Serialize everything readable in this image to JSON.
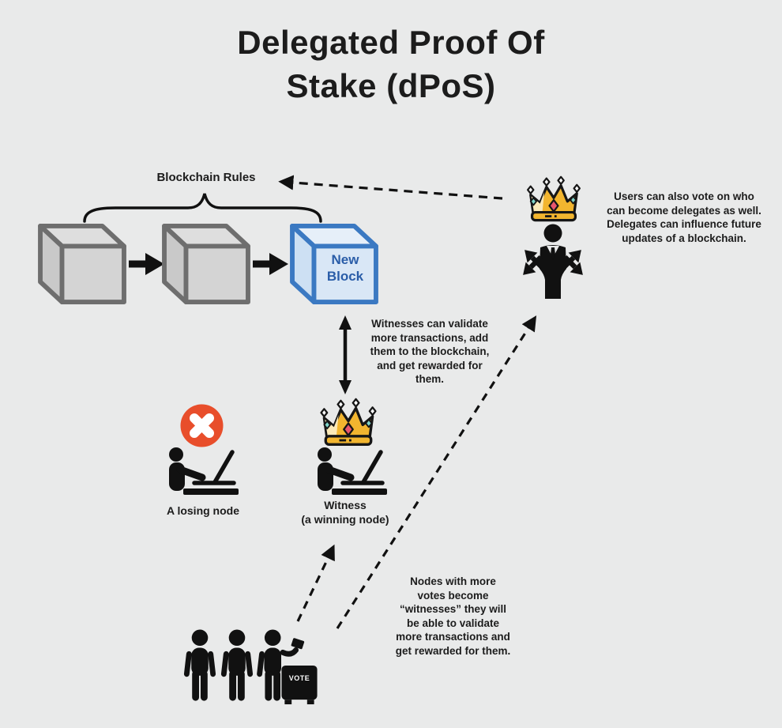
{
  "title": {
    "line1": "Delegated Proof Of",
    "line2": "Stake (dPoS)"
  },
  "blockchain": {
    "rules_label": "Blockchain Rules",
    "new_block": {
      "line1": "New",
      "line2": "Block"
    }
  },
  "delegate_note": {
    "line1": "Users can also vote on who",
    "line2": "can become delegates as well.",
    "line3": "Delegates can influence future",
    "line4": "updates of a blockchain."
  },
  "witness_note": {
    "line1": "Witnesses can validate",
    "line2": "more transactions, add",
    "line3": "them to the blockchain,",
    "line4": "and get rewarded for",
    "line5": "them."
  },
  "votes_note": {
    "line1": "Nodes with more",
    "line2": "votes become",
    "line3": "“witnesses” they will",
    "line4": "be able to validate",
    "line5": "more transactions and",
    "line6": "get rewarded for them."
  },
  "nodes": {
    "losing_label": "A losing node",
    "witness_label_line1": "Witness",
    "witness_label_line2": "(a winning node)"
  },
  "voting": {
    "box_label": "VOTE"
  },
  "icons": {
    "crown": "crown-icon",
    "delegate": "person-influence-icon",
    "laptop_node": "person-laptop-icon",
    "losing_badge": "x-badge-icon",
    "voters": "standing-person-icon",
    "ballot_box": "ballot-box-icon"
  },
  "colors": {
    "background": "#e9eaea",
    "ink": "#1c1c1c",
    "block_gray_fill": "#d4d4d4",
    "block_gray_border": "#6e6e6e",
    "block_blue_fill": "#d9e7f6",
    "block_blue_border": "#3b79c2",
    "new_block_text": "#2a5da8",
    "crown_gold": "#f2b52f",
    "gem_pink": "#e8556d",
    "gem_teal": "#7fd4c9",
    "x_badge": "#e84e2b"
  }
}
